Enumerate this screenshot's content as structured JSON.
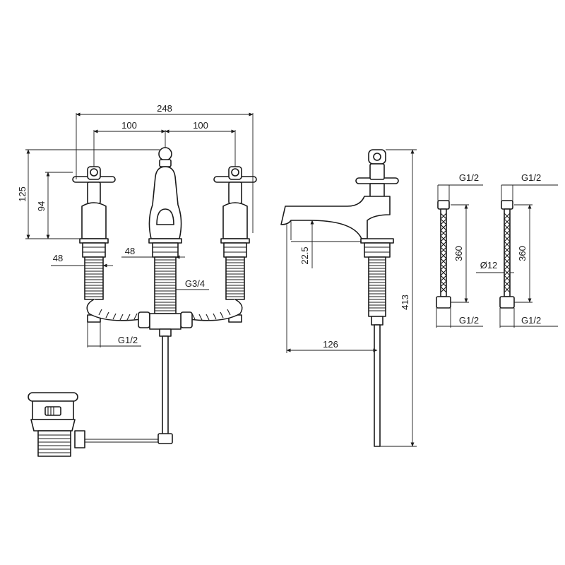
{
  "dimensions": {
    "overall_width": "248",
    "spacing_left": "100",
    "spacing_right": "100",
    "height_spout": "125",
    "height_handle": "94",
    "base_left": "48",
    "base_center": "48",
    "thread_center": "G3/4",
    "thread_bottom": "G1/2",
    "spout_clearance": "22.5",
    "spout_reach": "126",
    "total_height": "413",
    "hose_a_top": "G1/2",
    "hose_a_length": "360",
    "hose_a_bottom": "G1/2",
    "hose_b_top": "G1/2",
    "hose_b_diameter": "Ø12",
    "hose_b_length": "360",
    "hose_b_bottom": "G1/2"
  }
}
